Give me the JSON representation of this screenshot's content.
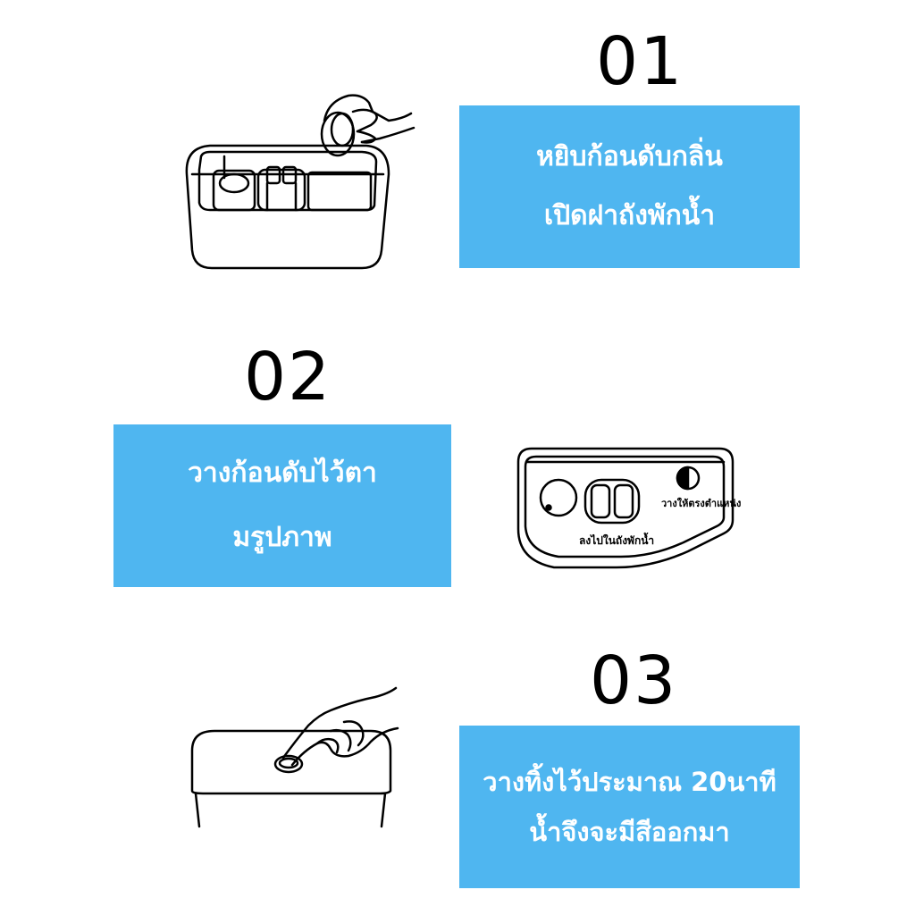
{
  "steps": [
    {
      "number": "01",
      "lines": [
        "หยิบก้อนดับกลิ่น",
        "เปิดฝาถังพักน้ำ"
      ]
    },
    {
      "number": "02",
      "lines": [
        "วางก้อนดับไว้ตา",
        "มรูปภาพ"
      ]
    },
    {
      "number": "03",
      "lines": [
        "วางทิ้งไว้ประมาณ 20นาที",
        "น้ำจึงจะมีสีออกมา"
      ]
    }
  ],
  "diagram": {
    "label_position": "วางให้ตรงตำแหน่ง",
    "label_drop": "ลงไปในถังพักน้ำ"
  },
  "colors": {
    "box": "#4fb6f0",
    "text_on_box": "#ffffff",
    "line": "#000000"
  }
}
